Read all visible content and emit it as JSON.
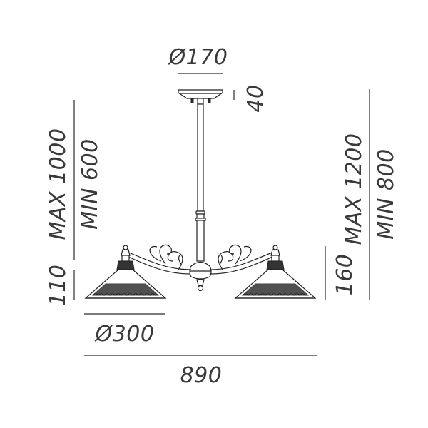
{
  "dimensions": {
    "canopy_diameter": "Ø170",
    "canopy_height": "40",
    "drop_left_max": "MAX 1000",
    "drop_left_min": "MIN 600",
    "drop_right_max": "MAX 1200",
    "drop_right_min": "MIN 800",
    "shade_height": "110",
    "arm_height": "160",
    "shade_diameter": "Ø300",
    "total_width": "890"
  }
}
